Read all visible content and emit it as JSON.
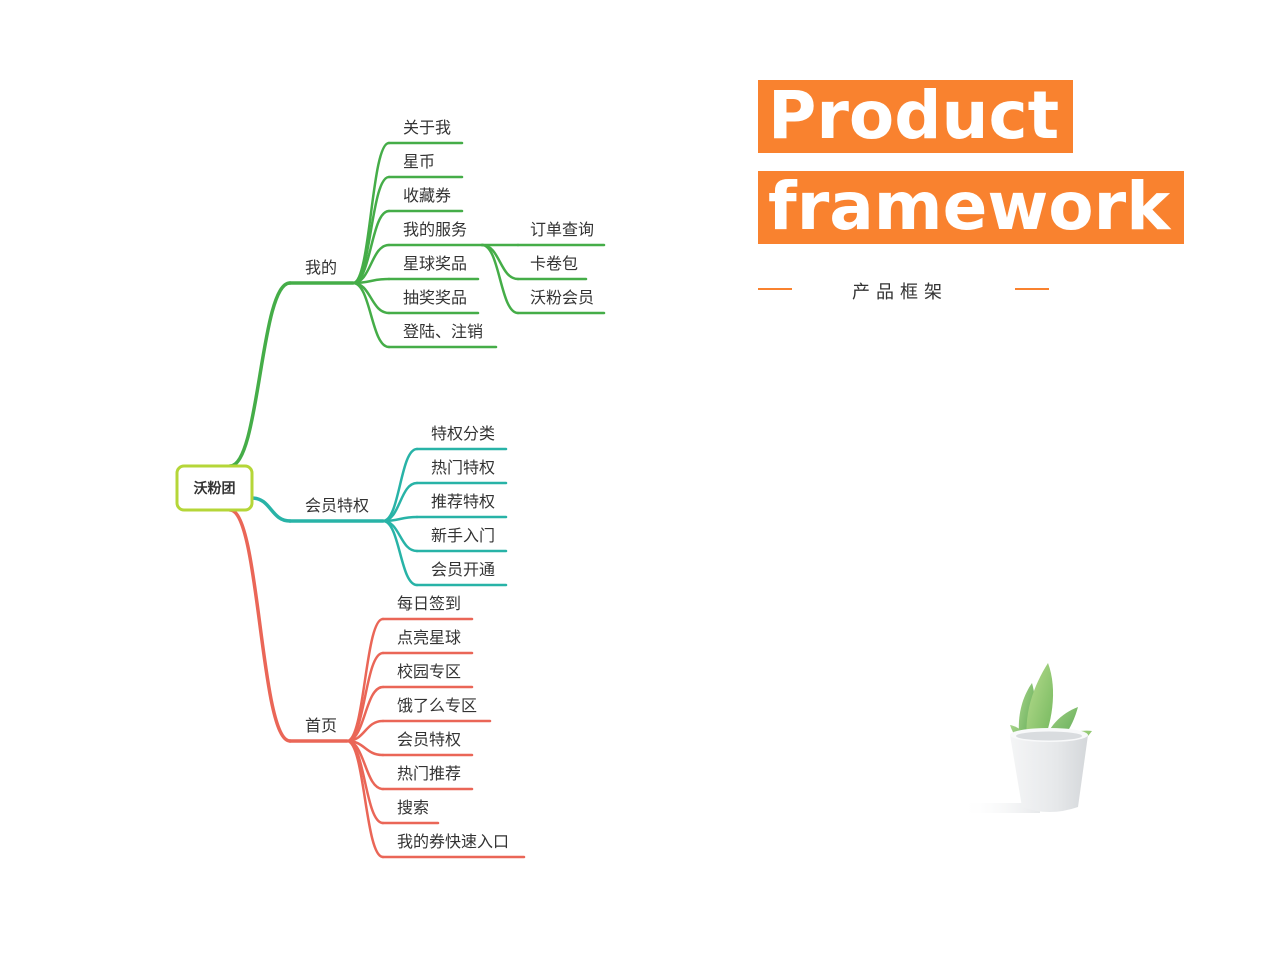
{
  "title": {
    "line1": "Product",
    "line2": "framework"
  },
  "subtitle": "产品框架",
  "colors": {
    "accent": "#f9822f",
    "branch_green": "#45ad48",
    "branch_teal": "#28b3a7",
    "branch_red": "#ea6657",
    "root_border": "#b5d638"
  },
  "mindmap": {
    "root": "沃粉团",
    "branches": [
      {
        "label": "我的",
        "color": "#45ad48",
        "children": [
          {
            "label": "关于我"
          },
          {
            "label": "星币"
          },
          {
            "label": "收藏券"
          },
          {
            "label": "我的服务",
            "children": [
              {
                "label": "订单查询"
              },
              {
                "label": "卡卷包"
              },
              {
                "label": "沃粉会员"
              }
            ]
          },
          {
            "label": "星球奖品"
          },
          {
            "label": "抽奖奖品"
          },
          {
            "label": "登陆、注销"
          }
        ]
      },
      {
        "label": "会员特权",
        "color": "#28b3a7",
        "children": [
          {
            "label": "特权分类"
          },
          {
            "label": "热门特权"
          },
          {
            "label": "推荐特权"
          },
          {
            "label": "新手入门"
          },
          {
            "label": "会员开通"
          }
        ]
      },
      {
        "label": "首页",
        "color": "#ea6657",
        "children": [
          {
            "label": "每日签到"
          },
          {
            "label": "点亮星球"
          },
          {
            "label": "校园专区"
          },
          {
            "label": "饿了么专区"
          },
          {
            "label": "会员特权"
          },
          {
            "label": "热门推荐"
          },
          {
            "label": "搜索"
          },
          {
            "label": "我的券快速入口"
          }
        ]
      }
    ]
  }
}
